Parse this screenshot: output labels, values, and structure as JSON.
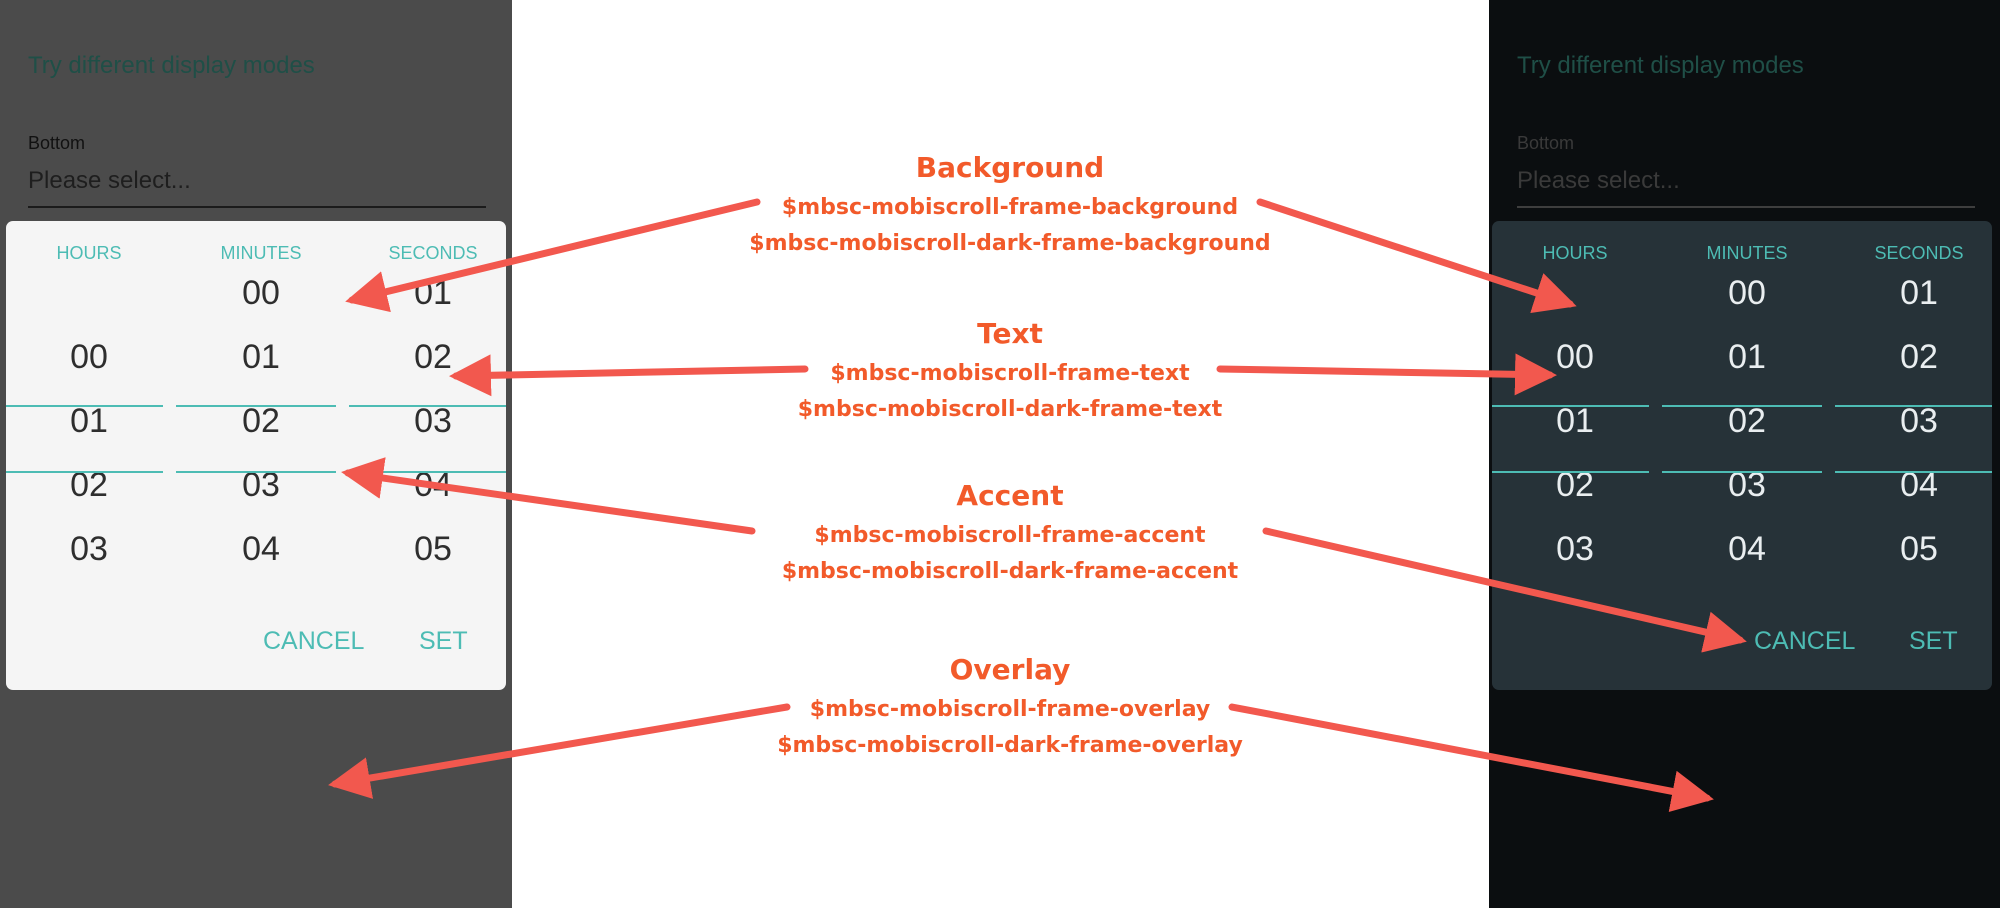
{
  "light_demo": {
    "form_title": "Try different display modes",
    "field_label": "Bottom",
    "field_placeholder": "Please select...",
    "columns": [
      {
        "label": "HOURS",
        "values": [
          "",
          "00",
          "01",
          "02",
          "03"
        ]
      },
      {
        "label": "MINUTES",
        "values": [
          "00",
          "01",
          "02",
          "03",
          "04"
        ]
      },
      {
        "label": "SECONDS",
        "values": [
          "01",
          "02",
          "03",
          "04",
          "05"
        ]
      }
    ],
    "selected": [
      "01",
      "02",
      "03"
    ],
    "cancel_label": "CANCEL",
    "set_label": "SET"
  },
  "dark_demo": {
    "form_title": "Try different display modes",
    "field_label": "Bottom",
    "field_placeholder": "Please select...",
    "columns": [
      {
        "label": "HOURS",
        "values": [
          "",
          "00",
          "01",
          "02",
          "03"
        ]
      },
      {
        "label": "MINUTES",
        "values": [
          "00",
          "01",
          "02",
          "03",
          "04"
        ]
      },
      {
        "label": "SECONDS",
        "values": [
          "01",
          "02",
          "03",
          "04",
          "05"
        ]
      }
    ],
    "selected": [
      "01",
      "02",
      "03"
    ],
    "cancel_label": "CANCEL",
    "set_label": "SET"
  },
  "callouts": [
    {
      "title": "Background",
      "vars": [
        "$mbsc-mobiscroll-frame-background",
        "$mbsc-mobiscroll-dark-frame-background"
      ]
    },
    {
      "title": "Text",
      "vars": [
        "$mbsc-mobiscroll-frame-text",
        "$mbsc-mobiscroll-dark-frame-text"
      ]
    },
    {
      "title": "Accent",
      "vars": [
        "$mbsc-mobiscroll-frame-accent",
        "$mbsc-mobiscroll-dark-frame-accent"
      ]
    },
    {
      "title": "Overlay",
      "vars": [
        "$mbsc-mobiscroll-frame-overlay",
        "$mbsc-mobiscroll-dark-frame-overlay"
      ]
    }
  ],
  "colors": {
    "accent": "#4dbcb4",
    "annotation": "#f25a2a",
    "arrow": "#f2584e",
    "light_overlay": "#4b4b4b",
    "dark_overlay": "#0b0e10",
    "light_frame": "#f5f5f5",
    "dark_frame": "#263238"
  }
}
